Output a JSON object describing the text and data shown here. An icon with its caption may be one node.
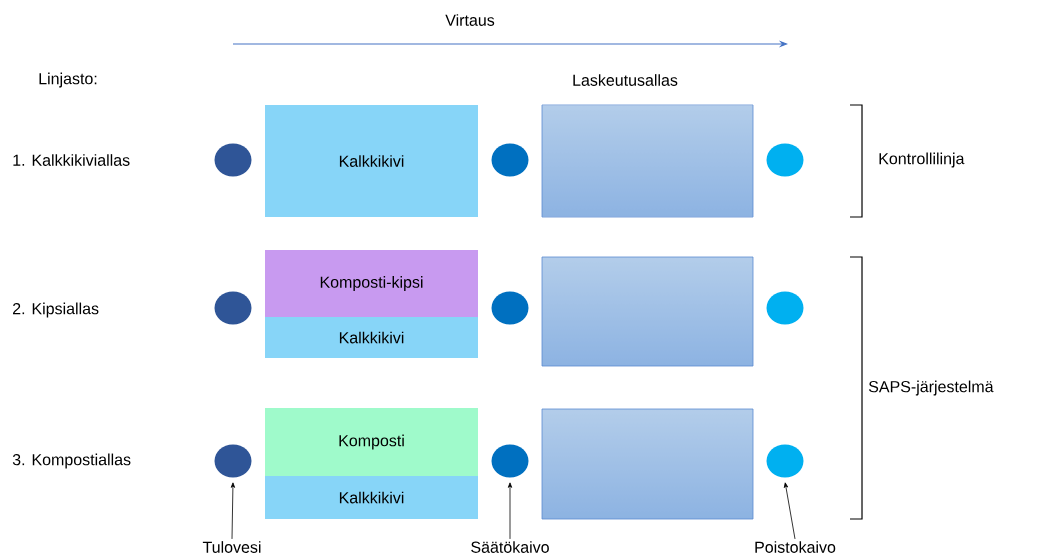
{
  "diagram": {
    "nodes": [
      {
        "text": [
          "Kalkkikivi"
        ]
      },
      {
        "text": [
          "Komposti-kipsi"
        ]
      },
      {
        "text": [
          "Kalkkikivi"
        ]
      },
      {
        "text": [
          "Komposti"
        ]
      },
      {
        "text": [
          "Kalkkikivi"
        ]
      },
      {
        "text": [],
        "shape": "box"
      },
      {
        "text": [],
        "shape": "box"
      },
      {
        "text": [],
        "shape": "box"
      },
      {
        "text": [],
        "shape": "circle"
      },
      {
        "text": [],
        "shape": "circle"
      },
      {
        "text": [],
        "shape": "circle"
      },
      {
        "text": [],
        "shape": "circle"
      },
      {
        "text": [],
        "shape": "circle"
      },
      {
        "text": [],
        "shape": "circle"
      },
      {
        "text": [],
        "shape": "circle"
      },
      {
        "text": [],
        "shape": "circle"
      },
      {
        "text": [],
        "shape": "circle"
      },
      {
        "text": [
          "Tulovesi"
        ]
      },
      {
        "text": [
          "Säätökaivo"
        ]
      },
      {
        "text": [
          "Poistokaivo"
        ]
      }
    ],
    "edges": [
      {
        "from": 17,
        "to": 14,
        "arrow": "to"
      },
      {
        "from": 18,
        "to": 15,
        "arrow": "to"
      },
      {
        "from": 19,
        "to": 16,
        "arrow": "to"
      }
    ],
    "labels": [
      "Virtaus",
      "Linjasto:",
      "Laskeutusallas",
      "1. Kalkkikiviallas",
      "Kontrollilinja",
      "2. Kipsiallas",
      "SAPS-järjestelmä",
      "3. Kompostiallas"
    ]
  }
}
